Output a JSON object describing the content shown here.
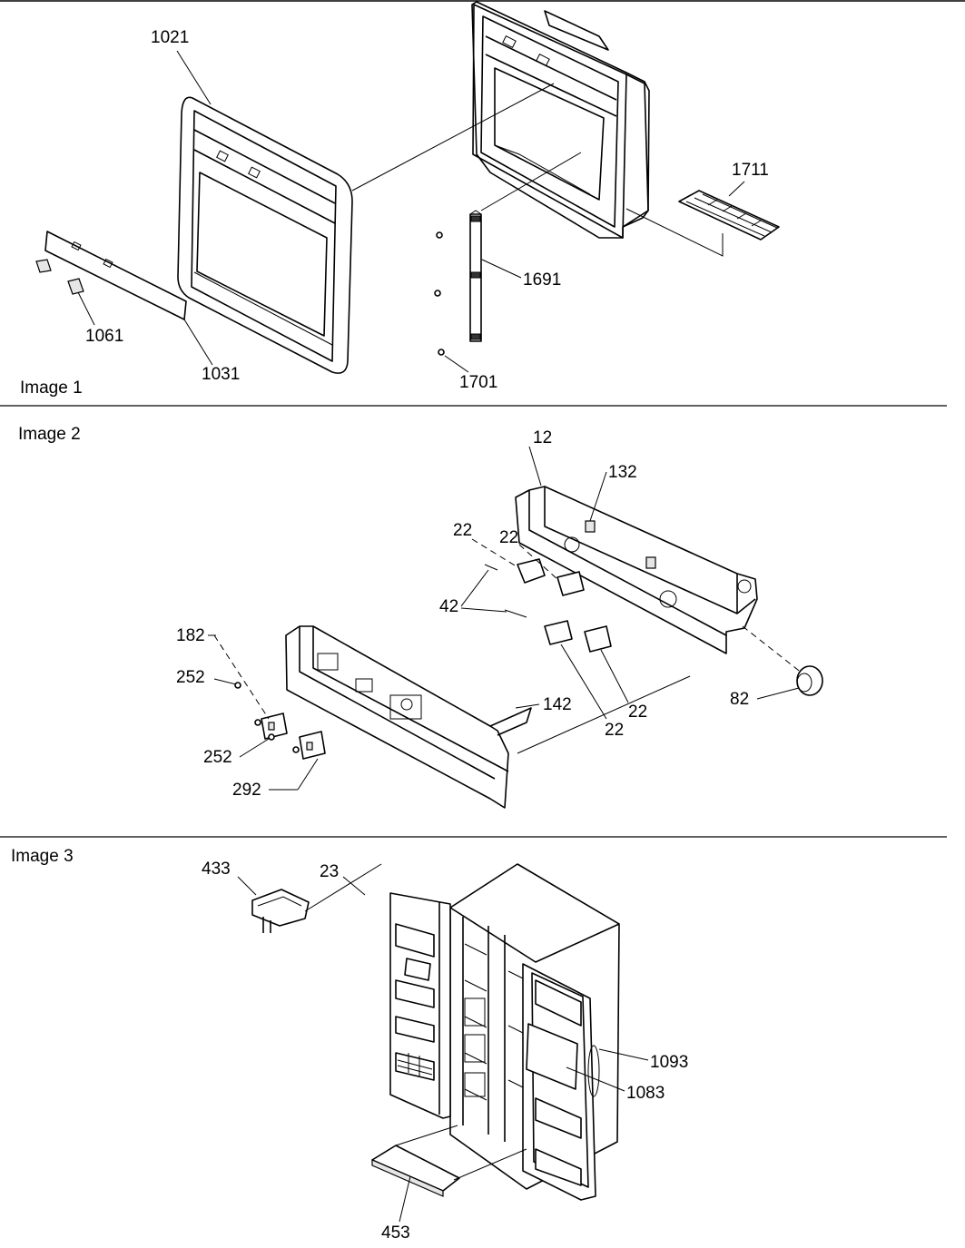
{
  "panels": [
    {
      "title": "Image 1",
      "callouts": {
        "c1021": "1021",
        "c1711": "1711",
        "c1691": "1691",
        "c1061": "1061",
        "c1031": "1031",
        "c1701": "1701"
      }
    },
    {
      "title": "Image 2",
      "callouts": {
        "c12": "12",
        "c132": "132",
        "c22a": "22",
        "c22b": "22",
        "c42": "42",
        "c182": "182",
        "c252a": "252",
        "c142": "142",
        "c22c": "22",
        "c22d": "22",
        "c82": "82",
        "c252b": "252",
        "c292": "292"
      }
    },
    {
      "title": "Image 3",
      "callouts": {
        "c433": "433",
        "c23": "23",
        "c1093": "1093",
        "c1083": "1083",
        "c453": "453"
      }
    }
  ]
}
